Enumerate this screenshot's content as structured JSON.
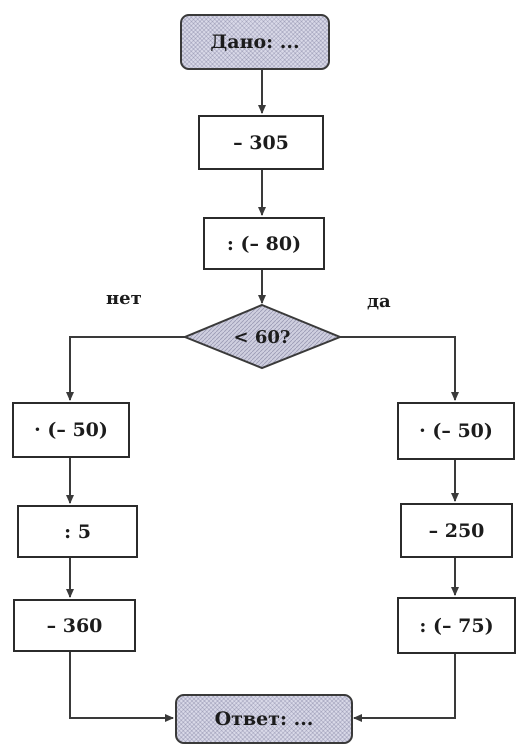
{
  "start": "Дано: ...",
  "steps_main": [
    "– 305",
    ": (– 80)"
  ],
  "decision": {
    "question": "< 60?",
    "no_label": "нет",
    "yes_label": "да"
  },
  "left_branch": [
    "· (– 50)",
    ": 5",
    "– 360"
  ],
  "right_branch": [
    "· (– 50)",
    "– 250",
    ": (– 75)"
  ],
  "end": "Ответ: ...",
  "colors": {
    "line": "#3a3a3a",
    "diamond_fill": "#c9c9d9",
    "terminal_fill": "#d9d9e8"
  }
}
